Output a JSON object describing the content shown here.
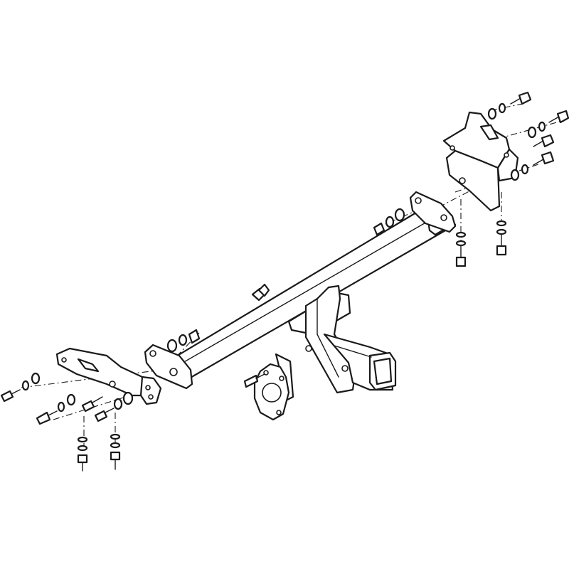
{
  "diagram": {
    "background": "#ffffff",
    "line_color": "#1a1a1a",
    "parts": [
      "receiver-hitch-crossbar",
      "left-mounting-bracket",
      "right-mounting-bracket",
      "wiring-socket-plate",
      "bolts",
      "washers",
      "nuts"
    ]
  }
}
